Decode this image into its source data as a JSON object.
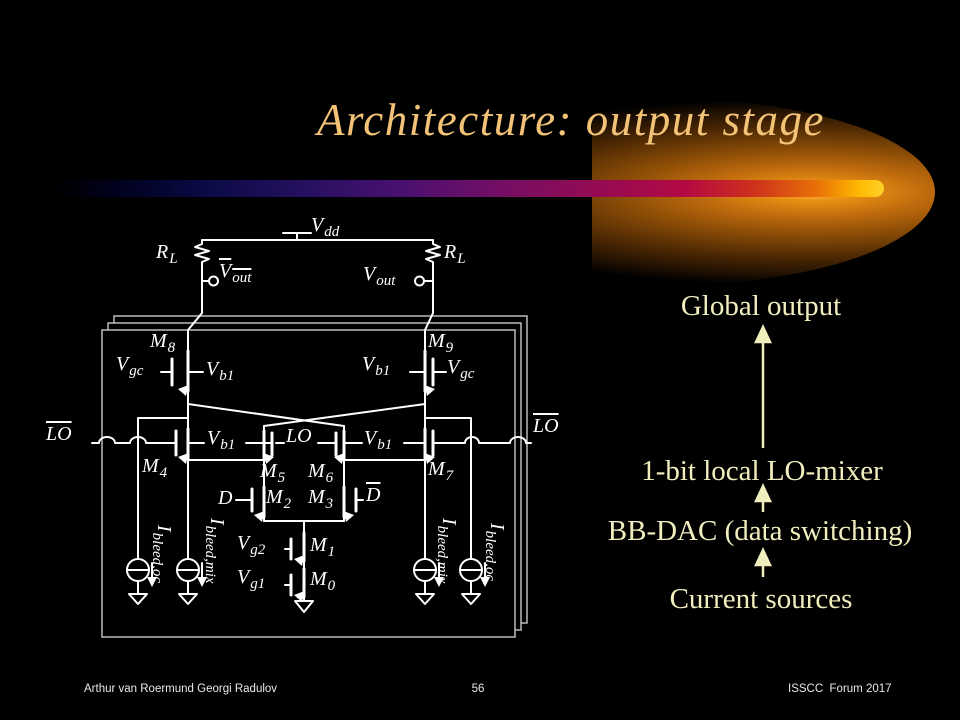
{
  "slide": {
    "title": "Architecture: output stage",
    "footer": {
      "authors": "Arthur van Roermund Georgi Radulov",
      "page": "56",
      "venue": "ISSCC  Forum 2017"
    }
  },
  "flow": {
    "items": [
      "Global output",
      "1-bit local LO-mixer",
      "BB-DAC (data switching)",
      "Current sources"
    ]
  },
  "circuit": {
    "labels": {
      "vdd": {
        "main": "V",
        "sub": "dd"
      },
      "rl": {
        "main": "R",
        "sub": "L"
      },
      "vout": {
        "main": "V",
        "sub": "out"
      },
      "vgc": {
        "main": "V",
        "sub": "gc"
      },
      "vb1": {
        "main": "V",
        "sub": "b1"
      },
      "lo": {
        "main": "LO"
      },
      "d": {
        "main": "D"
      },
      "vg2": {
        "main": "V",
        "sub": "g2"
      },
      "vg1": {
        "main": "V",
        "sub": "g1"
      },
      "m0": {
        "main": "M",
        "sub": "0"
      },
      "m1": {
        "main": "M",
        "sub": "1"
      },
      "m2": {
        "main": "M",
        "sub": "2"
      },
      "m3": {
        "main": "M",
        "sub": "3"
      },
      "m4": {
        "main": "M",
        "sub": "4"
      },
      "m5": {
        "main": "M",
        "sub": "5"
      },
      "m6": {
        "main": "M",
        "sub": "6"
      },
      "m7": {
        "main": "M",
        "sub": "7"
      },
      "m8": {
        "main": "M",
        "sub": "8"
      },
      "m9": {
        "main": "M",
        "sub": "9"
      },
      "ibleed_oc": {
        "main": "I",
        "sub": "bleed,oc"
      },
      "ibleed_mix": {
        "main": "I",
        "sub": "bleed,mix"
      }
    }
  },
  "colors": {
    "background": "#000000",
    "title_text": "#f2c276",
    "flow_text": "#f1eebe",
    "wire": "#ffffff",
    "cell_outline": "#c9c9c9",
    "bar_magenta": "#970b52",
    "bar_tip_yellow": "#ffc200",
    "glow_orange": "#b36a10",
    "footer_text": "#e9e9e9"
  }
}
